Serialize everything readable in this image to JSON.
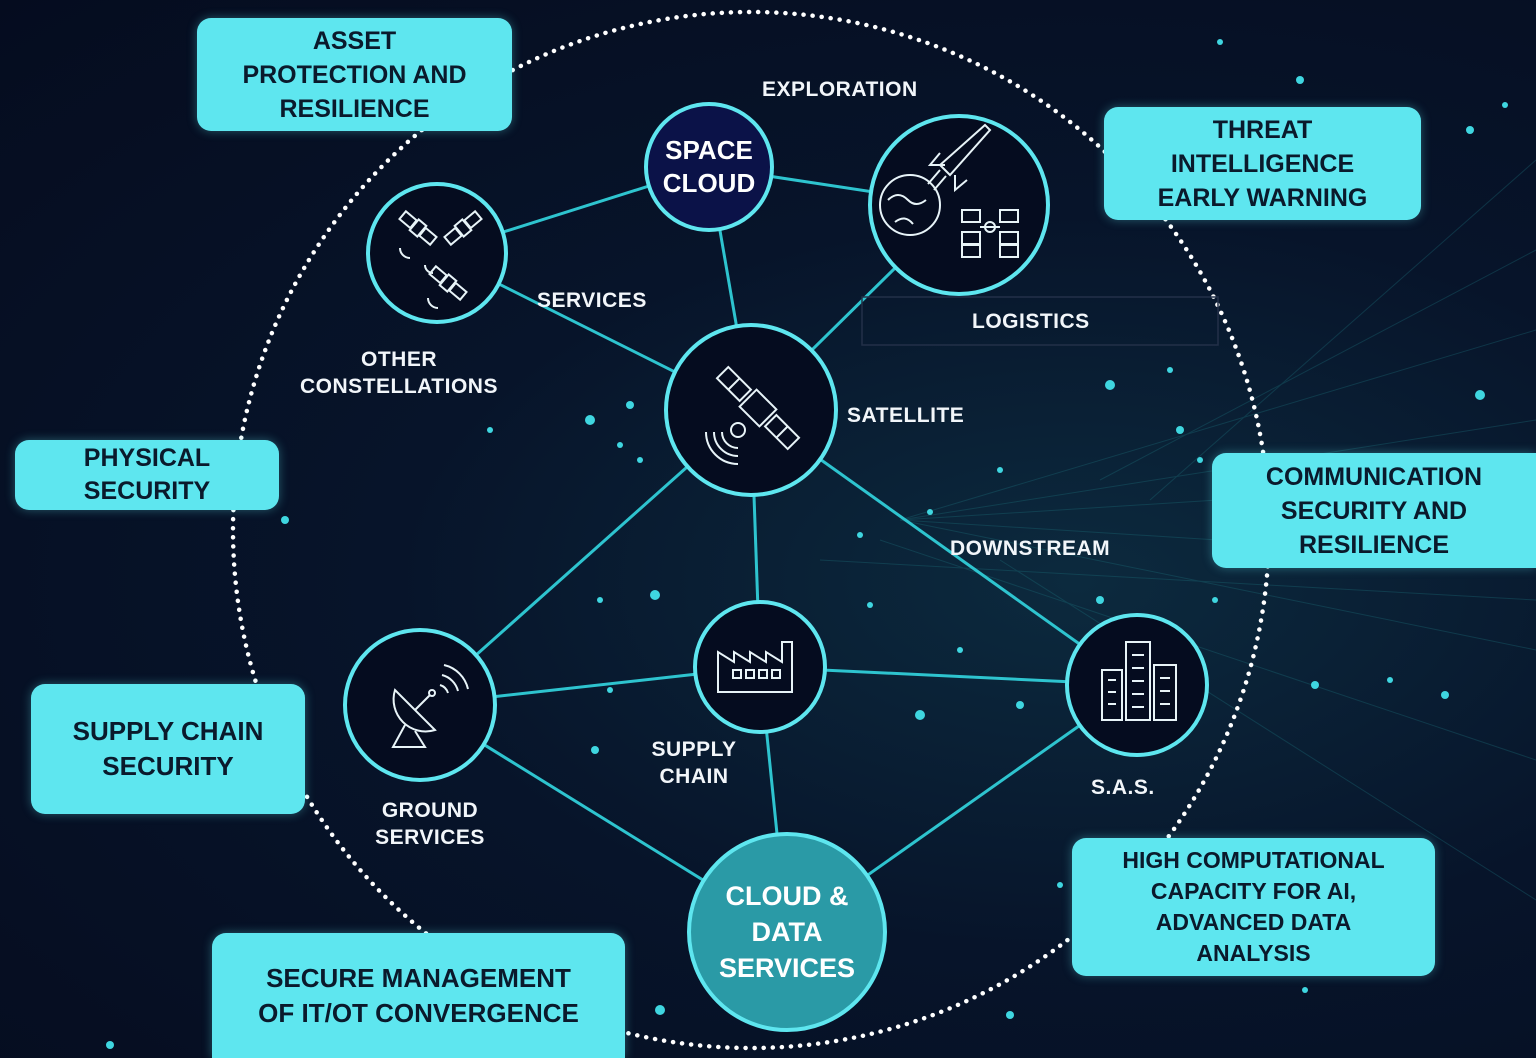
{
  "colors": {
    "background": "#050c1f",
    "accent": "#5ee6ef",
    "line": "#2ec4cf",
    "space_cloud_fill": "#0b1248",
    "cloud_services_fill": "#2a9aa6",
    "box_text": "#0a1a2c"
  },
  "boxes": {
    "asset_protection": [
      "ASSET",
      "PROTECTION AND",
      "RESILIENCE"
    ],
    "threat_intelligence": [
      "THREAT",
      "INTELLIGENCE",
      "EARLY WARNING"
    ],
    "physical_security": [
      "PHYSICAL",
      "SECURITY"
    ],
    "communication_security": [
      "COMMUNICATION",
      "SECURITY AND",
      "RESILIENCE"
    ],
    "supply_chain_security": [
      "SUPPLY CHAIN",
      "SECURITY"
    ],
    "high_computational": [
      "HIGH COMPUTATIONAL",
      "CAPACITY FOR AI,",
      "ADVANCED DATA",
      "ANALYSIS"
    ],
    "secure_management": [
      "SECURE MANAGEMENT",
      "OF IT/OT CONVERGENCE"
    ]
  },
  "labels": {
    "exploration": "EXPLORATION",
    "services": "SERVICES",
    "logistics": "LOGISTICS",
    "other_constellations": [
      "OTHER",
      "CONSTELLATIONS"
    ],
    "satellite": "SATELLITE",
    "downstream": "DOWNSTREAM",
    "supply_chain": [
      "SUPPLY",
      "CHAIN"
    ],
    "sas": "S.A.S.",
    "ground_services": [
      "GROUND",
      "SERVICES"
    ]
  },
  "nodes": {
    "space_cloud": [
      "SPACE",
      "CLOUD"
    ],
    "cloud_data_services": [
      "CLOUD &",
      "DATA",
      "SERVICES"
    ]
  },
  "icons": {
    "constellation": "satellites-constellation-icon",
    "exploration": "rocket-earth-station-icon",
    "satellite": "satellite-icon",
    "ground": "satellite-dish-icon",
    "supply_chain": "factory-icon",
    "sas": "city-buildings-icon"
  }
}
